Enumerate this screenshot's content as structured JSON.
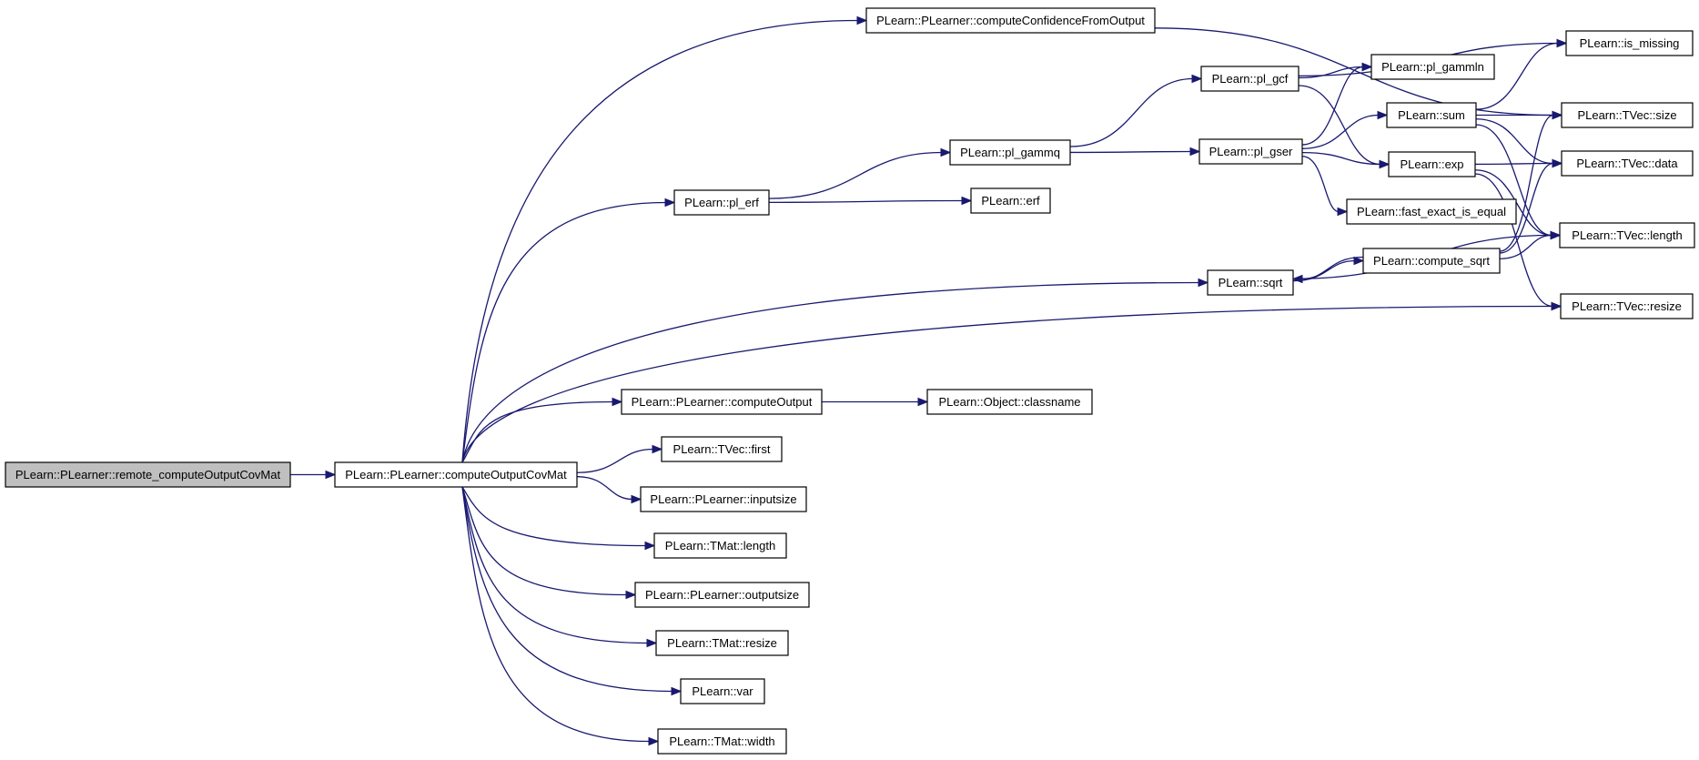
{
  "graph": {
    "root": "PLearn::PLearner::remote_computeOutputCovMat",
    "nodes": [
      {
        "id": "remote",
        "label": "PLearn::PLearner::remote_computeOutputCovMat",
        "root": true
      },
      {
        "id": "cocm",
        "label": "PLearn::PLearner::computeOutputCovMat"
      },
      {
        "id": "ccfo",
        "label": "PLearn::PLearner::computeConfidenceFromOutput"
      },
      {
        "id": "plerf",
        "label": "PLearn::pl_erf"
      },
      {
        "id": "plgammq",
        "label": "PLearn::pl_gammq"
      },
      {
        "id": "erf",
        "label": "PLearn::erf"
      },
      {
        "id": "plgcf",
        "label": "PLearn::pl_gcf"
      },
      {
        "id": "plgser",
        "label": "PLearn::pl_gser"
      },
      {
        "id": "gammln",
        "label": "PLearn::pl_gammln"
      },
      {
        "id": "sum",
        "label": "PLearn::sum"
      },
      {
        "id": "exp",
        "label": "PLearn::exp"
      },
      {
        "id": "feie",
        "label": "PLearn::fast_exact_is_equal"
      },
      {
        "id": "ismissing",
        "label": "PLearn::is_missing"
      },
      {
        "id": "tvsize",
        "label": "PLearn::TVec::size"
      },
      {
        "id": "tvdata",
        "label": "PLearn::TVec::data"
      },
      {
        "id": "tvlength",
        "label": "PLearn::TVec::length"
      },
      {
        "id": "tvresize",
        "label": "PLearn::TVec::resize"
      },
      {
        "id": "sqrt",
        "label": "PLearn::sqrt"
      },
      {
        "id": "csqrt",
        "label": "PLearn::compute_sqrt"
      },
      {
        "id": "co",
        "label": "PLearn::PLearner::computeOutput"
      },
      {
        "id": "classname",
        "label": "PLearn::Object::classname"
      },
      {
        "id": "tvfirst",
        "label": "PLearn::TVec::first"
      },
      {
        "id": "inputsize",
        "label": "PLearn::PLearner::inputsize"
      },
      {
        "id": "tmlength",
        "label": "PLearn::TMat::length"
      },
      {
        "id": "outputsize",
        "label": "PLearn::PLearner::outputsize"
      },
      {
        "id": "tmresize",
        "label": "PLearn::TMat::resize"
      },
      {
        "id": "var",
        "label": "PLearn::var"
      },
      {
        "id": "tmwidth",
        "label": "PLearn::TMat::width"
      }
    ],
    "edges": [
      [
        "remote",
        "cocm"
      ],
      [
        "cocm",
        "ccfo"
      ],
      [
        "cocm",
        "plerf"
      ],
      [
        "cocm",
        "sqrt"
      ],
      [
        "cocm",
        "tvresize"
      ],
      [
        "cocm",
        "co"
      ],
      [
        "cocm",
        "tvfirst"
      ],
      [
        "cocm",
        "inputsize"
      ],
      [
        "cocm",
        "tmlength"
      ],
      [
        "cocm",
        "outputsize"
      ],
      [
        "cocm",
        "tmresize"
      ],
      [
        "cocm",
        "var"
      ],
      [
        "cocm",
        "tmwidth"
      ],
      [
        "ccfo",
        "tvsize"
      ],
      [
        "plerf",
        "plgammq"
      ],
      [
        "plerf",
        "erf"
      ],
      [
        "plgammq",
        "plgcf"
      ],
      [
        "plgammq",
        "plgser"
      ],
      [
        "plgcf",
        "ismissing"
      ],
      [
        "plgcf",
        "gammln"
      ],
      [
        "plgcf",
        "exp"
      ],
      [
        "plgser",
        "gammln"
      ],
      [
        "plgser",
        "sum"
      ],
      [
        "plgser",
        "exp"
      ],
      [
        "plgser",
        "feie"
      ],
      [
        "sum",
        "ismissing"
      ],
      [
        "sum",
        "tvsize"
      ],
      [
        "sum",
        "tvdata"
      ],
      [
        "sum",
        "tvlength"
      ],
      [
        "exp",
        "tvdata"
      ],
      [
        "exp",
        "tvlength"
      ],
      [
        "exp",
        "tvresize"
      ],
      [
        "sqrt",
        "csqrt"
      ],
      [
        "sqrt",
        "tvlength"
      ],
      [
        "csqrt",
        "sqrt"
      ],
      [
        "csqrt",
        "tvsize"
      ],
      [
        "csqrt",
        "tvdata"
      ],
      [
        "csqrt",
        "tvlength"
      ],
      [
        "co",
        "classname"
      ]
    ]
  }
}
